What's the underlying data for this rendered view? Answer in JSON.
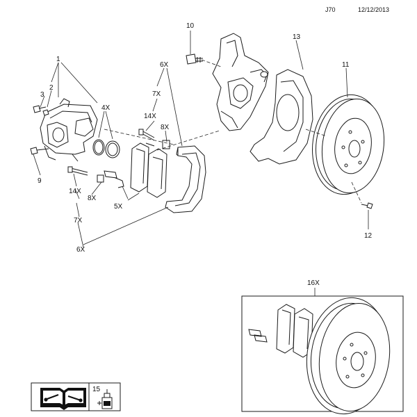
{
  "header": {
    "code": "J70",
    "date": "12/12/2013"
  },
  "callouts": [
    {
      "id": "c1",
      "text": "1"
    },
    {
      "id": "c2",
      "text": "2"
    },
    {
      "id": "c3",
      "text": "3"
    },
    {
      "id": "c4x",
      "text": "4X"
    },
    {
      "id": "c5x",
      "text": "5X"
    },
    {
      "id": "c6xa",
      "text": "6X"
    },
    {
      "id": "c6xb",
      "text": "6X"
    },
    {
      "id": "c7xa",
      "text": "7X"
    },
    {
      "id": "c7xb",
      "text": "7X"
    },
    {
      "id": "c8xa",
      "text": "8X"
    },
    {
      "id": "c8xb",
      "text": "8X"
    },
    {
      "id": "c9",
      "text": "9"
    },
    {
      "id": "c10",
      "text": "10"
    },
    {
      "id": "c11",
      "text": "11"
    },
    {
      "id": "c12",
      "text": "12"
    },
    {
      "id": "c13",
      "text": "13"
    },
    {
      "id": "c14xa",
      "text": "14X"
    },
    {
      "id": "c14xb",
      "text": "14X"
    },
    {
      "id": "c15",
      "text": "15"
    },
    {
      "id": "c16x",
      "text": "16X"
    }
  ],
  "icons": {
    "manual": "manual-tools-icon",
    "lubricant": "lubricant-bottle-icon"
  }
}
